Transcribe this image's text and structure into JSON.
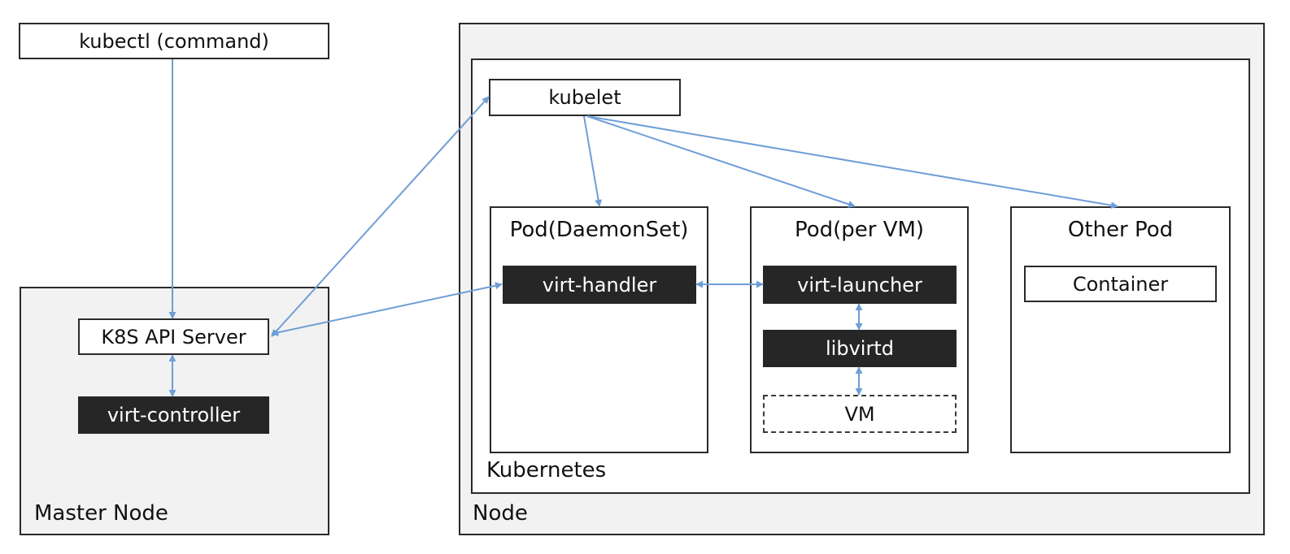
{
  "colors": {
    "arrow": "#6e9ed6",
    "dark_box": "#262626",
    "region_fill": "#f2f2f2"
  },
  "nodes": {
    "kubectl": "kubectl (command)",
    "master_node": "Master Node",
    "api_server": "K8S API Server",
    "virt_controller": "virt-controller",
    "node": "Node",
    "kubernetes": "Kubernetes",
    "kubelet": "kubelet",
    "pod_daemonset": "Pod(DaemonSet)",
    "virt_handler": "virt-handler",
    "pod_per_vm": "Pod(per VM)",
    "virt_launcher": "virt-launcher",
    "libvirtd": "libvirtd",
    "vm": "VM",
    "other_pod": "Other Pod",
    "container": "Container"
  },
  "edges": [
    {
      "from": "kubectl",
      "to": "api_server",
      "direction": "forward"
    },
    {
      "from": "api_server",
      "to": "virt_controller",
      "direction": "both"
    },
    {
      "from": "api_server",
      "to": "kubelet",
      "direction": "both"
    },
    {
      "from": "api_server",
      "to": "virt_handler",
      "direction": "both"
    },
    {
      "from": "kubelet",
      "to": "pod_daemonset",
      "direction": "forward"
    },
    {
      "from": "kubelet",
      "to": "pod_per_vm",
      "direction": "forward"
    },
    {
      "from": "kubelet",
      "to": "other_pod",
      "direction": "forward"
    },
    {
      "from": "virt_handler",
      "to": "virt_launcher",
      "direction": "both"
    },
    {
      "from": "virt_launcher",
      "to": "libvirtd",
      "direction": "both"
    },
    {
      "from": "libvirtd",
      "to": "vm",
      "direction": "both"
    }
  ]
}
